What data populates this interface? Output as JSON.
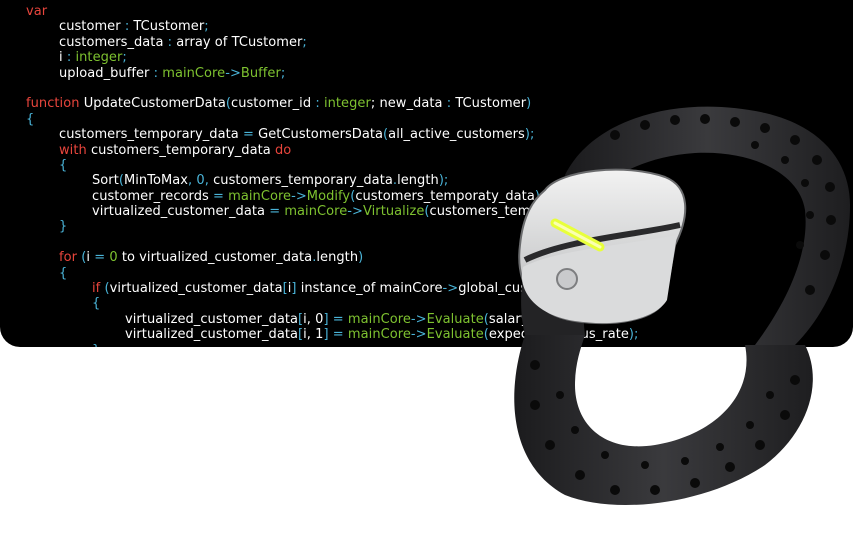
{
  "code": {
    "lines": [
      {
        "indent": 0,
        "tokens": [
          {
            "t": "var",
            "c": "kw"
          }
        ]
      },
      {
        "indent": 1,
        "tokens": [
          {
            "t": "customer ",
            "c": ""
          },
          {
            "t": ":",
            "c": "pu"
          },
          {
            "t": " TCustomer",
            "c": ""
          },
          {
            "t": ";",
            "c": "pu"
          }
        ]
      },
      {
        "indent": 1,
        "tokens": [
          {
            "t": "customers_data ",
            "c": ""
          },
          {
            "t": ":",
            "c": "pu"
          },
          {
            "t": " array of TCustomer",
            "c": ""
          },
          {
            "t": ";",
            "c": "pu"
          }
        ]
      },
      {
        "indent": 1,
        "tokens": [
          {
            "t": "i ",
            "c": ""
          },
          {
            "t": ":",
            "c": "pu"
          },
          {
            "t": " integer",
            "c": "ty"
          },
          {
            "t": ";",
            "c": "pu"
          }
        ]
      },
      {
        "indent": 1,
        "tokens": [
          {
            "t": "upload_buffer ",
            "c": ""
          },
          {
            "t": ":",
            "c": "pu"
          },
          {
            "t": " mainCore",
            "c": "ty"
          },
          {
            "t": "->",
            "c": "pu"
          },
          {
            "t": "Buffer",
            "c": "ty"
          },
          {
            "t": ";",
            "c": "pu"
          }
        ]
      },
      {
        "indent": 0,
        "tokens": []
      },
      {
        "indent": 0,
        "tokens": [
          {
            "t": "function",
            "c": "kw"
          },
          {
            "t": " UpdateCustomerData",
            "c": ""
          },
          {
            "t": "(",
            "c": "pu"
          },
          {
            "t": "customer_id ",
            "c": ""
          },
          {
            "t": ":",
            "c": "pu"
          },
          {
            "t": " integer",
            "c": "ty"
          },
          {
            "t": "; new_data ",
            "c": ""
          },
          {
            "t": ":",
            "c": "pu"
          },
          {
            "t": " TCustomer",
            "c": ""
          },
          {
            "t": ")",
            "c": "pu"
          }
        ]
      },
      {
        "indent": 0,
        "tokens": [
          {
            "t": "{",
            "c": "pu"
          }
        ]
      },
      {
        "indent": 1,
        "tokens": [
          {
            "t": "customers_temporary_data ",
            "c": ""
          },
          {
            "t": "=",
            "c": "pu"
          },
          {
            "t": " GetCustomersData",
            "c": ""
          },
          {
            "t": "(",
            "c": "pu"
          },
          {
            "t": "all_active_customers",
            "c": ""
          },
          {
            "t": ");",
            "c": "pu"
          }
        ]
      },
      {
        "indent": 1,
        "tokens": [
          {
            "t": "with",
            "c": "kw"
          },
          {
            "t": " customers_temporary_data ",
            "c": ""
          },
          {
            "t": "do",
            "c": "kw"
          }
        ]
      },
      {
        "indent": 1,
        "tokens": [
          {
            "t": "{",
            "c": "pu"
          }
        ]
      },
      {
        "indent": 2,
        "tokens": [
          {
            "t": "Sort",
            "c": ""
          },
          {
            "t": "(",
            "c": "pu"
          },
          {
            "t": "MinToMax",
            "c": ""
          },
          {
            "t": ", 0, ",
            "c": "pu"
          },
          {
            "t": "customers_temporary_data",
            "c": ""
          },
          {
            "t": ".",
            "c": "pu"
          },
          {
            "t": "length",
            "c": ""
          },
          {
            "t": ");",
            "c": "pu"
          }
        ]
      },
      {
        "indent": 2,
        "tokens": [
          {
            "t": "customer_records ",
            "c": ""
          },
          {
            "t": "=",
            "c": "pu"
          },
          {
            "t": " mainCore",
            "c": "ty"
          },
          {
            "t": "->",
            "c": "pu"
          },
          {
            "t": "Modify",
            "c": "ty"
          },
          {
            "t": "(",
            "c": "pu"
          },
          {
            "t": "customers_temporaty_data",
            "c": ""
          },
          {
            "t": ");",
            "c": "pu"
          }
        ]
      },
      {
        "indent": 2,
        "tokens": [
          {
            "t": "virtualized_customer_data ",
            "c": ""
          },
          {
            "t": "=",
            "c": "pu"
          },
          {
            "t": " mainCore",
            "c": "ty"
          },
          {
            "t": "->",
            "c": "pu"
          },
          {
            "t": "Virtualize",
            "c": "ty"
          },
          {
            "t": "(",
            "c": "pu"
          },
          {
            "t": "customers_temporary_data",
            "c": ""
          },
          {
            "t": ");",
            "c": "pu"
          }
        ]
      },
      {
        "indent": 1,
        "tokens": [
          {
            "t": "}",
            "c": "pu"
          }
        ]
      },
      {
        "indent": 0,
        "tokens": []
      },
      {
        "indent": 1,
        "tokens": [
          {
            "t": "for",
            "c": "kw"
          },
          {
            "t": " (",
            "c": "pu"
          },
          {
            "t": "i ",
            "c": ""
          },
          {
            "t": "=",
            "c": "pu"
          },
          {
            "t": " 0",
            "c": "nm"
          },
          {
            "t": " to virtualized_customer_data",
            "c": ""
          },
          {
            "t": ".",
            "c": "pu"
          },
          {
            "t": "length",
            "c": ""
          },
          {
            "t": ")",
            "c": "pu"
          }
        ]
      },
      {
        "indent": 1,
        "tokens": [
          {
            "t": "{",
            "c": "pu"
          }
        ]
      },
      {
        "indent": 2,
        "tokens": [
          {
            "t": "if",
            "c": "kw"
          },
          {
            "t": " (",
            "c": "pu"
          },
          {
            "t": "virtualized_customer_data",
            "c": ""
          },
          {
            "t": "[",
            "c": "pu"
          },
          {
            "t": "i",
            "c": ""
          },
          {
            "t": "]",
            "c": "pu"
          },
          {
            "t": " instance_of mainCore",
            "c": ""
          },
          {
            "t": "->",
            "c": "pu"
          },
          {
            "t": "global_customer_type",
            "c": ""
          },
          {
            "t": ")",
            "c": "pu"
          }
        ]
      },
      {
        "indent": 2,
        "tokens": [
          {
            "t": "{",
            "c": "pu"
          }
        ]
      },
      {
        "indent": 3,
        "tokens": [
          {
            "t": "virtualized_customer_data",
            "c": ""
          },
          {
            "t": "[",
            "c": "pu"
          },
          {
            "t": "i, 0",
            "c": ""
          },
          {
            "t": "]",
            "c": "pu"
          },
          {
            "t": " = ",
            "c": "pu"
          },
          {
            "t": "mainCore",
            "c": "ty"
          },
          {
            "t": "->",
            "c": "pu"
          },
          {
            "t": "Evaluate",
            "c": "ty"
          },
          {
            "t": "(",
            "c": "pu"
          },
          {
            "t": "salary_rate",
            "c": ""
          },
          {
            "t": ");",
            "c": "pu"
          }
        ]
      },
      {
        "indent": 3,
        "tokens": [
          {
            "t": "virtualized_customer_data",
            "c": ""
          },
          {
            "t": "[",
            "c": "pu"
          },
          {
            "t": "i, 1",
            "c": ""
          },
          {
            "t": "]",
            "c": "pu"
          },
          {
            "t": " = ",
            "c": "pu"
          },
          {
            "t": "mainCore",
            "c": "ty"
          },
          {
            "t": "->",
            "c": "pu"
          },
          {
            "t": "Evaluate",
            "c": "ty"
          },
          {
            "t": "(",
            "c": "pu"
          },
          {
            "t": "expected_bonus_rate",
            "c": ""
          },
          {
            "t": ");",
            "c": "pu"
          }
        ]
      },
      {
        "indent": 2,
        "tokens": [
          {
            "t": "}",
            "c": "pu"
          }
        ]
      }
    ]
  },
  "colors": {
    "keyword": "#e8453c",
    "type": "#7ec230",
    "punct": "#4ab4d8",
    "led": "#d8f02a",
    "strap": "#2b2b2d",
    "pod": "#d9dadb"
  },
  "device": {
    "name": "armband-heart-rate-monitor-icon"
  }
}
